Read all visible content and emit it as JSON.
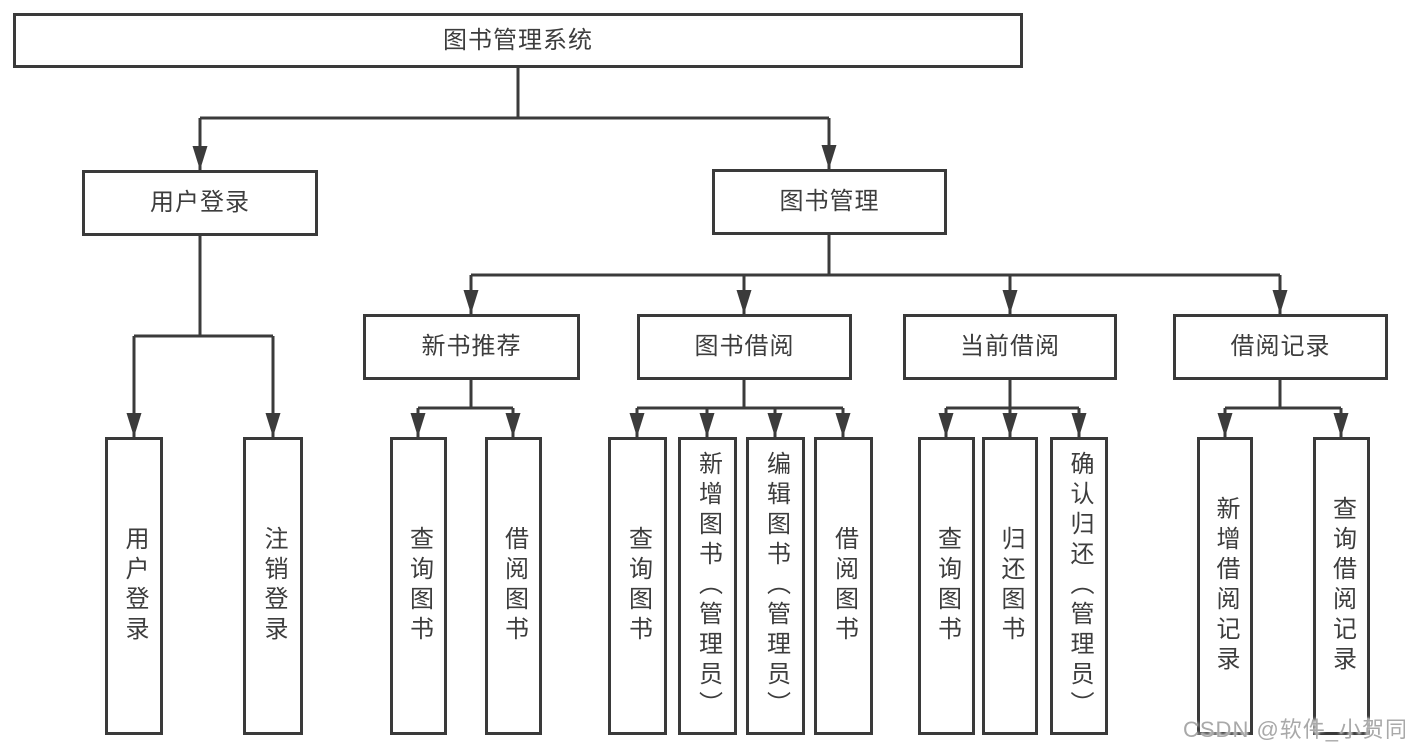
{
  "tree": {
    "label": "图书管理系统",
    "children": [
      {
        "label": "用户登录",
        "children": [
          {
            "label": "用户登录"
          },
          {
            "label": "注销登录"
          }
        ]
      },
      {
        "label": "图书管理",
        "children": [
          {
            "label": "新书推荐",
            "children": [
              {
                "label": "查询图书"
              },
              {
                "label": "借阅图书"
              }
            ]
          },
          {
            "label": "图书借阅",
            "children": [
              {
                "label": "查询图书"
              },
              {
                "label": "新增图书（管理员）"
              },
              {
                "label": "编辑图书（管理员）"
              },
              {
                "label": "借阅图书"
              }
            ]
          },
          {
            "label": "当前借阅",
            "children": [
              {
                "label": "查询图书"
              },
              {
                "label": "归还图书"
              },
              {
                "label": "确认归还（管理员）"
              }
            ]
          },
          {
            "label": "借阅记录",
            "children": [
              {
                "label": "新增借阅记录"
              },
              {
                "label": "查询借阅记录"
              }
            ]
          }
        ]
      }
    ]
  },
  "watermark": "CSDN @软件_小贺同学",
  "colors": {
    "line": "#3b3b3b",
    "box_border": "#3a3a3a",
    "text": "#3d3d3d",
    "watermark": "#a9a9a9",
    "background": "#ffffff"
  }
}
